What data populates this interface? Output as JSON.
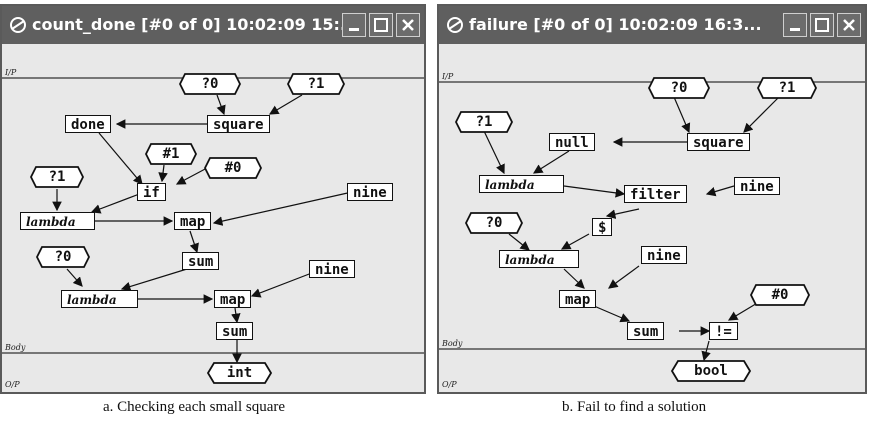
{
  "window_a": {
    "title": "count_done [#0 of 0]  10:02:09 15:...",
    "sections": {
      "io_in": "I/P",
      "body": "Body",
      "io_out": "O/P"
    },
    "nodes": {
      "q0_top": "?0",
      "q1_top": "?1",
      "done": "done",
      "square": "square",
      "h1": "#1",
      "q1": "?1",
      "h0": "#0",
      "if": "if",
      "nine_1": "nine",
      "lambda_1": "lambda",
      "map_1": "map",
      "q0": "?0",
      "sum_1": "sum",
      "nine_2": "nine",
      "lambda_2": "lambda",
      "map_2": "map",
      "sum_2": "sum",
      "int": "int"
    },
    "caption": "a. Checking each small square"
  },
  "window_b": {
    "title": "failure [#0 of 0]  10:02:09 16:3...",
    "sections": {
      "io_in": "I/P",
      "body": "Body",
      "io_out": "O/P"
    },
    "nodes": {
      "q1": "?1",
      "q0_top": "?0",
      "q1_top": "?1",
      "null": "null",
      "square": "square",
      "lambda_1": "lambda",
      "filter": "filter",
      "nine_1": "nine",
      "q0": "?0",
      "dollar": "$",
      "lambda_2": "lambda",
      "nine_2": "nine",
      "map": "map",
      "h0": "#0",
      "sum": "sum",
      "neq": "!=",
      "bool": "bool"
    },
    "caption": "b. Fail to find a solution"
  }
}
